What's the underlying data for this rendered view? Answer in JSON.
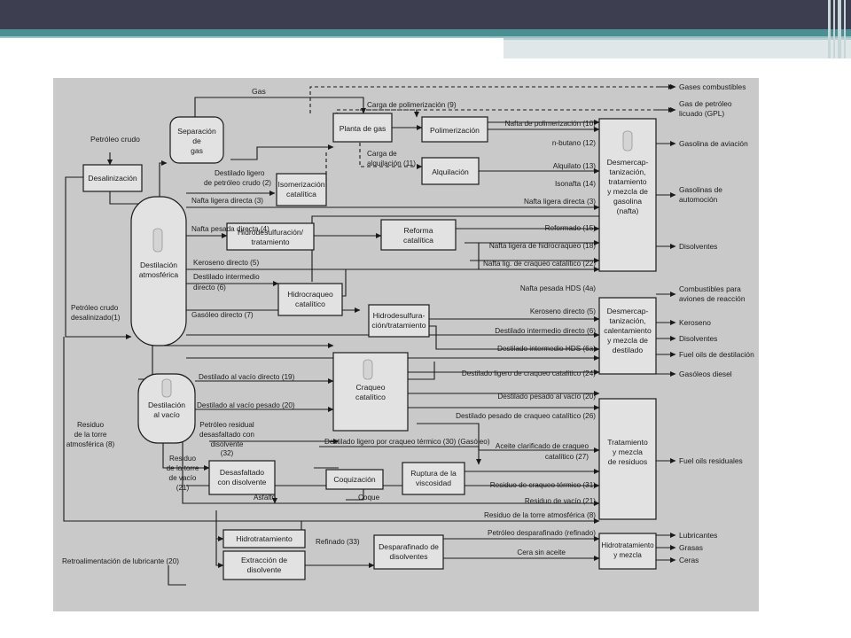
{
  "labels": {
    "gas": "Gas",
    "crude": "Petróleo crudo",
    "desalt": "Desalinización",
    "gassep": [
      "Separación",
      "de",
      "gas"
    ],
    "gasplant": "Planta de gas",
    "poly": "Polimerización",
    "alky": "Alquilación",
    "isom": [
      "Isomerización",
      "catalítica"
    ],
    "hds": [
      "Hidrodesulfuración/",
      "tratamiento"
    ],
    "reform": [
      "Reforma",
      "catalítica"
    ],
    "hcrack": [
      "Hidrocraqueo",
      "catalítico"
    ],
    "hdsbox": [
      "Hidrodesulfura-",
      "ción/tratamiento"
    ],
    "atmdist": [
      "Destilación",
      "atmosférica"
    ],
    "vacdist": [
      "Destilación",
      "al vacío"
    ],
    "fcc": [
      "Craqueo",
      "catalítico"
    ],
    "deasph": [
      "Desasfaltado",
      "con disolvente"
    ],
    "coking": "Coquización",
    "visb": [
      "Ruptura de la",
      "viscosidad"
    ],
    "hydrotreat": "Hidrotratamiento",
    "extract": [
      "Extracción de",
      "disolvente"
    ],
    "dewax": [
      "Desparafinado de",
      "disolventes"
    ],
    "blend1": [
      "Desmercap-",
      "tanización,",
      "tratamiento",
      "y mezcla de",
      "gasolina",
      "(nafta)"
    ],
    "blend2": [
      "Desmercap-",
      "tanización,",
      "calentamiento",
      "y mezcla de",
      "destilado"
    ],
    "blend3": [
      "Tratamiento",
      "y mezcla",
      "de residuos"
    ],
    "blend4": [
      "Hidrotratamiento",
      "y mezcla"
    ],
    "crude_desalted": [
      "Petróleo crudo",
      "desalinizado(1)"
    ],
    "atm_residue": [
      "Residuo",
      "de la torre",
      "atmosférica (8)"
    ],
    "lub_feedback": "Retroalimentación de lubricante (20)",
    "poly_charge": "Carga de polimerización (9)",
    "alky_charge": [
      "Carga de",
      "alquilación (11)"
    ],
    "light_straight": [
      "Destilado ligero",
      "de petróleo crudo (2)"
    ],
    "light_naphtha": "Nafta ligera directa (3)",
    "heavy_naphtha": "Nafta pesada directa (4)",
    "kerosene_direct": "Keroseno directo (5)",
    "mid_distillate": [
      "Destilado intermedio",
      "directo (6)"
    ],
    "gasoil_direct": "Gasóleo directo (7)",
    "vac_light": "Destilado al vacío directo (19)",
    "vac_heavy": "Destilado al vacío pesado (20)",
    "deasphalted": [
      "Petróleo residual",
      "desasfaltado con",
      "disolvente",
      "(32)"
    ],
    "vac_tower_res": [
      "Residuo",
      "de la torre",
      "de vacío",
      "(21)"
    ],
    "asphalt": "Asfalto",
    "coke": "Coque",
    "thermal_light": "Destilado ligero por craqueo térmico (30) (Gasóleo)",
    "refined": "Refinado (33)",
    "poly_naphtha": "Nafta de polimerización (10)",
    "nbutane": "n-butano (12)",
    "alkylate": "Alquilato (13)",
    "isonaphtha": "Isonafta (14)",
    "light_naphtha_r": "Nafta ligera directa (3)",
    "reformate": "Reformado (15)",
    "hc_light_naphtha": "Nafta ligera de hidrocraqueo (18)",
    "cc_light_naphtha": "Nafta lig. de craqueo catalítico (22)",
    "hds_heavy_naphtha": "Nafta pesada HDS (4a)",
    "kerosene_r": "Keroseno directo (5)",
    "mid_direct_r": "Destilado intermedio directo (6)",
    "mid_hds": "Destilado intermedio HDS (6a)",
    "cc_light_dist": "Destilado ligero de craqueo catalítico (24)",
    "vac_heavy_r": "Destilado pesado al vacío (20)",
    "cc_heavy_dist": "Destilado pesado de craqueo catalítico (26)",
    "clarified_oil": [
      "Aceite clarificado de craqueo",
      "catalítico (27)"
    ],
    "thermal_res": "Residuo de craqueo térmico (31)",
    "vac_res": "Residuo de vacío (21)",
    "atm_res_r": "Residuo de la torre atmosférica (8)",
    "dewaxed_oil": "Petróleo desparafinado (refinado)",
    "wax": "Cera sin aceite",
    "out_fuel_gas": "Gases combustibles",
    "out_lpg": [
      "Gas de petróleo",
      "licuado (GPL)"
    ],
    "out_avgas": "Gasolina de aviación",
    "out_autogas": [
      "Gasolinas de",
      "automoción"
    ],
    "out_solvents1": "Disolventes",
    "out_jet": [
      "Combustibles para",
      "aviones de reacción"
    ],
    "out_kerosene": "Keroseno",
    "out_solvents2": "Disolventes",
    "out_fuel_oils": "Fuel oils de destilación",
    "out_diesel": "Gasóleos diesel",
    "out_residual": "Fuel oils residuales",
    "out_lubes": "Lubricantes",
    "out_greases": "Grasas",
    "out_waxes": "Ceras"
  },
  "colors": {
    "topbar": "#3d3f50",
    "accent": "#4a8f94",
    "diagram_bg": "#c9c9c9",
    "box_fill": "#e2e2e2",
    "line": "#1a1a1a"
  }
}
